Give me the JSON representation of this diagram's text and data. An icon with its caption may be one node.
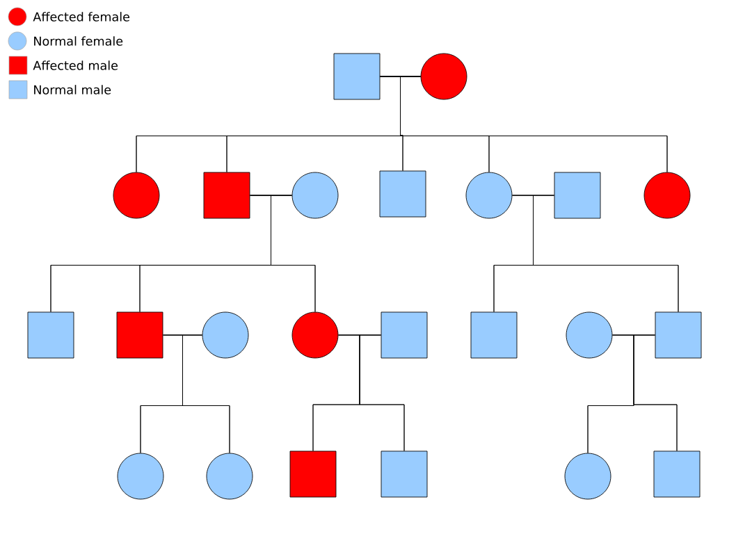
{
  "diagram": {
    "nodes": [
      {
        "text": [],
        "shape": "box"
      },
      {
        "text": [],
        "shape": "circle"
      },
      {
        "text": [],
        "shape": "circle"
      },
      {
        "text": [],
        "shape": "box"
      },
      {
        "text": [],
        "shape": "circle"
      },
      {
        "text": [],
        "shape": "box"
      },
      {
        "text": [],
        "shape": "circle"
      },
      {
        "text": [],
        "shape": "box"
      },
      {
        "text": [],
        "shape": "circle"
      },
      {
        "text": [],
        "shape": "box"
      },
      {
        "text": [],
        "shape": "box"
      },
      {
        "text": [],
        "shape": "circle"
      },
      {
        "text": [],
        "shape": "circle"
      },
      {
        "text": [],
        "shape": "box"
      },
      {
        "text": [],
        "shape": "box"
      },
      {
        "text": [],
        "shape": "circle"
      },
      {
        "text": [],
        "shape": "box"
      },
      {
        "text": [],
        "shape": "circle"
      },
      {
        "text": [],
        "shape": "circle"
      },
      {
        "text": [],
        "shape": "box"
      },
      {
        "text": [],
        "shape": "box"
      },
      {
        "text": [],
        "shape": "circle"
      },
      {
        "text": [],
        "shape": "box"
      }
    ],
    "edges": [
      {
        "from": 0,
        "to": 1,
        "arrow": "none"
      },
      {
        "from": 0,
        "to": 2,
        "arrow": "none"
      },
      {
        "from": 1,
        "to": 2,
        "arrow": "none"
      },
      {
        "from": 0,
        "to": 3,
        "arrow": "none"
      },
      {
        "from": 1,
        "to": 3,
        "arrow": "none"
      },
      {
        "from": 0,
        "to": 5,
        "arrow": "none"
      },
      {
        "from": 1,
        "to": 5,
        "arrow": "none"
      },
      {
        "from": 0,
        "to": 6,
        "arrow": "none"
      },
      {
        "from": 1,
        "to": 6,
        "arrow": "none"
      },
      {
        "from": 0,
        "to": 8,
        "arrow": "none"
      },
      {
        "from": 1,
        "to": 8,
        "arrow": "none"
      },
      {
        "from": 3,
        "to": 4,
        "arrow": "none"
      },
      {
        "from": 6,
        "to": 7,
        "arrow": "none"
      },
      {
        "from": 3,
        "to": 9,
        "arrow": "none"
      },
      {
        "from": 4,
        "to": 9,
        "arrow": "none"
      },
      {
        "from": 3,
        "to": 10,
        "arrow": "none"
      },
      {
        "from": 4,
        "to": 10,
        "arrow": "none"
      },
      {
        "from": 3,
        "to": 12,
        "arrow": "none"
      },
      {
        "from": 4,
        "to": 12,
        "arrow": "none"
      },
      {
        "from": 6,
        "to": 14,
        "arrow": "none"
      },
      {
        "from": 7,
        "to": 14,
        "arrow": "none"
      },
      {
        "from": 6,
        "to": 16,
        "arrow": "none"
      },
      {
        "from": 7,
        "to": 16,
        "arrow": "none"
      },
      {
        "from": 10,
        "to": 11,
        "arrow": "none"
      },
      {
        "from": 12,
        "to": 13,
        "arrow": "none"
      },
      {
        "from": 15,
        "to": 16,
        "arrow": "none"
      },
      {
        "from": 10,
        "to": 17,
        "arrow": "none"
      },
      {
        "from": 11,
        "to": 17,
        "arrow": "none"
      },
      {
        "from": 10,
        "to": 18,
        "arrow": "none"
      },
      {
        "from": 11,
        "to": 18,
        "arrow": "none"
      },
      {
        "from": 12,
        "to": 19,
        "arrow": "none"
      },
      {
        "from": 13,
        "to": 19,
        "arrow": "none"
      },
      {
        "from": 12,
        "to": 20,
        "arrow": "none"
      },
      {
        "from": 13,
        "to": 20,
        "arrow": "none"
      },
      {
        "from": 15,
        "to": 21,
        "arrow": "none"
      },
      {
        "from": 16,
        "to": 21,
        "arrow": "none"
      },
      {
        "from": 15,
        "to": 22,
        "arrow": "none"
      },
      {
        "from": 16,
        "to": 22,
        "arrow": "none"
      }
    ],
    "legend": [
      {
        "text": "Affected female",
        "color": "#ff0000"
      },
      {
        "text": "Normal female",
        "color": "#99ccff"
      },
      {
        "text": "Affected male",
        "color": "#ff0000"
      },
      {
        "text": "Normal male",
        "color": "#99ccff"
      }
    ]
  }
}
